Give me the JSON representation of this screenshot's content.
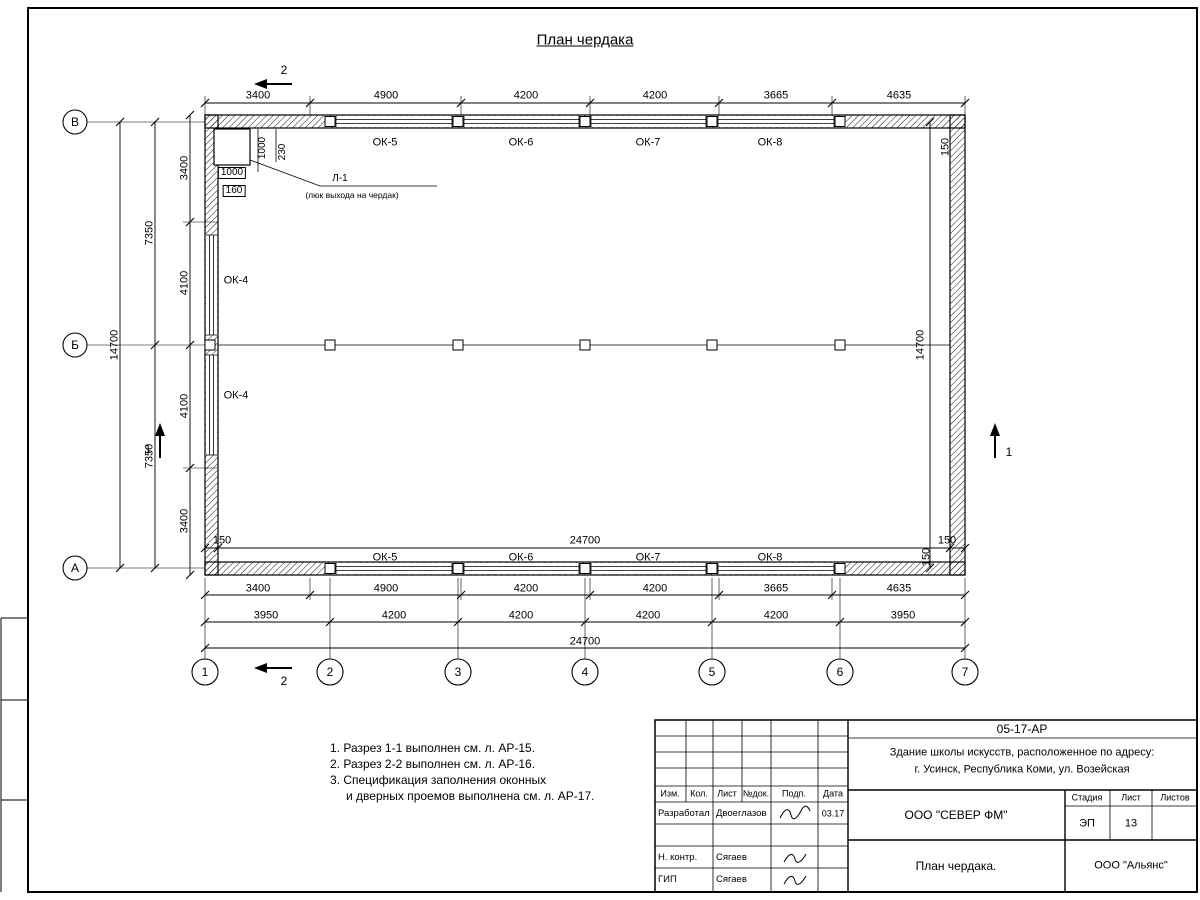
{
  "page": {
    "title": "План чердака"
  },
  "dims": {
    "top": [
      "3400",
      "4900",
      "4200",
      "4200",
      "3665",
      "4635"
    ],
    "bottom1": [
      "3400",
      "4900",
      "4200",
      "4200",
      "3665",
      "4635"
    ],
    "bottom2": [
      "3950",
      "4200",
      "4200",
      "4200",
      "4200",
      "3950"
    ],
    "bottom3": "24700",
    "inner_bottom": [
      "150",
      "24700",
      "150"
    ],
    "left_inner": [
      "3400",
      "4100",
      "4100",
      "3400"
    ],
    "left_mid": [
      "7350",
      "7350"
    ],
    "left_total": "14700",
    "right_total": "14700",
    "wall_150_top": "150",
    "wall_150_bottom": "150",
    "hatch": {
      "v1000": "1000",
      "v230": "230",
      "h1000": "1000",
      "h160": "160"
    }
  },
  "windows": {
    "top": [
      "ОК-5",
      "ОК-6",
      "ОК-7",
      "ОК-8"
    ],
    "bottom": [
      "ОК-5",
      "ОК-6",
      "ОК-7",
      "ОК-8"
    ],
    "left": [
      "ОК-4",
      "ОК-4"
    ]
  },
  "hatch_label": {
    "code": "Л-1",
    "desc": "(люк выхода на чердак)"
  },
  "axes": {
    "rows": [
      "В",
      "Б",
      "А"
    ],
    "cols": [
      "1",
      "2",
      "3",
      "4",
      "5",
      "6",
      "7"
    ]
  },
  "sections": {
    "s1": "1",
    "s2": "2"
  },
  "notes": [
    "1. Разрез 1-1 выполнен см. л. АР-15.",
    "2. Разрез 2-2 выполнен см. л. АР-16.",
    "3. Спецификация заполнения оконных",
    "и дверных проемов выполнена см. л. АР-17."
  ],
  "titleblock": {
    "doc_code": "05-17-АР",
    "project_line1": "Здание школы искусств, расположенное по адресу:",
    "project_line2": "г. Усинск, Республика Коми, ул. Возейская",
    "header": {
      "izm": "Изм.",
      "kol": "Кол.",
      "list": "Лист",
      "ndok": "№док.",
      "podp": "Подп.",
      "data": "Дата"
    },
    "rows": [
      {
        "role": "Разработал",
        "name": "Двоеглазов",
        "date": "03.17"
      },
      {
        "role": "Н. контр.",
        "name": "Сягаев"
      },
      {
        "role": "ГИП",
        "name": "Сягаев"
      }
    ],
    "company": "ООО \"СЕВЕР ФМ\"",
    "stage_label": "Стадия",
    "sheet_label": "Лист",
    "sheets_label": "Листов",
    "stage": "ЭП",
    "sheet": "13",
    "drawing_title": "План чердака.",
    "contractor": "ООО \"Альянс\""
  }
}
